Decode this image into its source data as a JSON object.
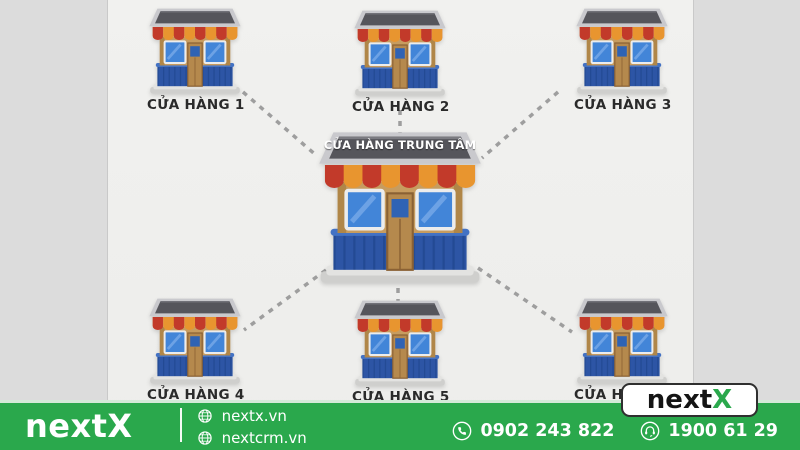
{
  "diagram": {
    "central_store": {
      "sign": "CỬA HÀNG TRUNG TÂM"
    },
    "stores": [
      {
        "id": "s1",
        "label": "CỬA HÀNG 1"
      },
      {
        "id": "s2",
        "label": "CỬA HÀNG 2"
      },
      {
        "id": "s3",
        "label": "CỬA HÀNG 3"
      },
      {
        "id": "s4",
        "label": "CỬA HÀNG 4"
      },
      {
        "id": "s5",
        "label": "CỬA HÀNG 5"
      },
      {
        "id": "s6",
        "label": "CỬA HÀNG 6"
      }
    ]
  },
  "footer": {
    "brand": "nextX",
    "websites": [
      {
        "icon": "globe-icon",
        "label": "nextx.vn"
      },
      {
        "icon": "globe-icon",
        "label": "nextcrm.vn"
      }
    ],
    "contacts": [
      {
        "icon": "phone-icon",
        "label": "0902 243 822"
      },
      {
        "icon": "hotline-icon",
        "label": "1900 61 29"
      }
    ],
    "background_color": "#2aa84c"
  },
  "logo_badge": {
    "text_dark": "next",
    "text_accent": "X",
    "accent_color": "#2aa84c"
  },
  "colors": {
    "side_band": "#dcdcdc",
    "canvas": "#efefed",
    "connector": "#9e9e9e",
    "awning_red": "#c23a2a",
    "awning_orange": "#e8952f",
    "roof_dark": "#55555b",
    "roof_rim": "#c9c9cd",
    "facade_tan": "#c79c5f",
    "window_blue": "#4285d8",
    "lower_blue": "#2d55a5",
    "label_text": "#2a2a2a"
  }
}
